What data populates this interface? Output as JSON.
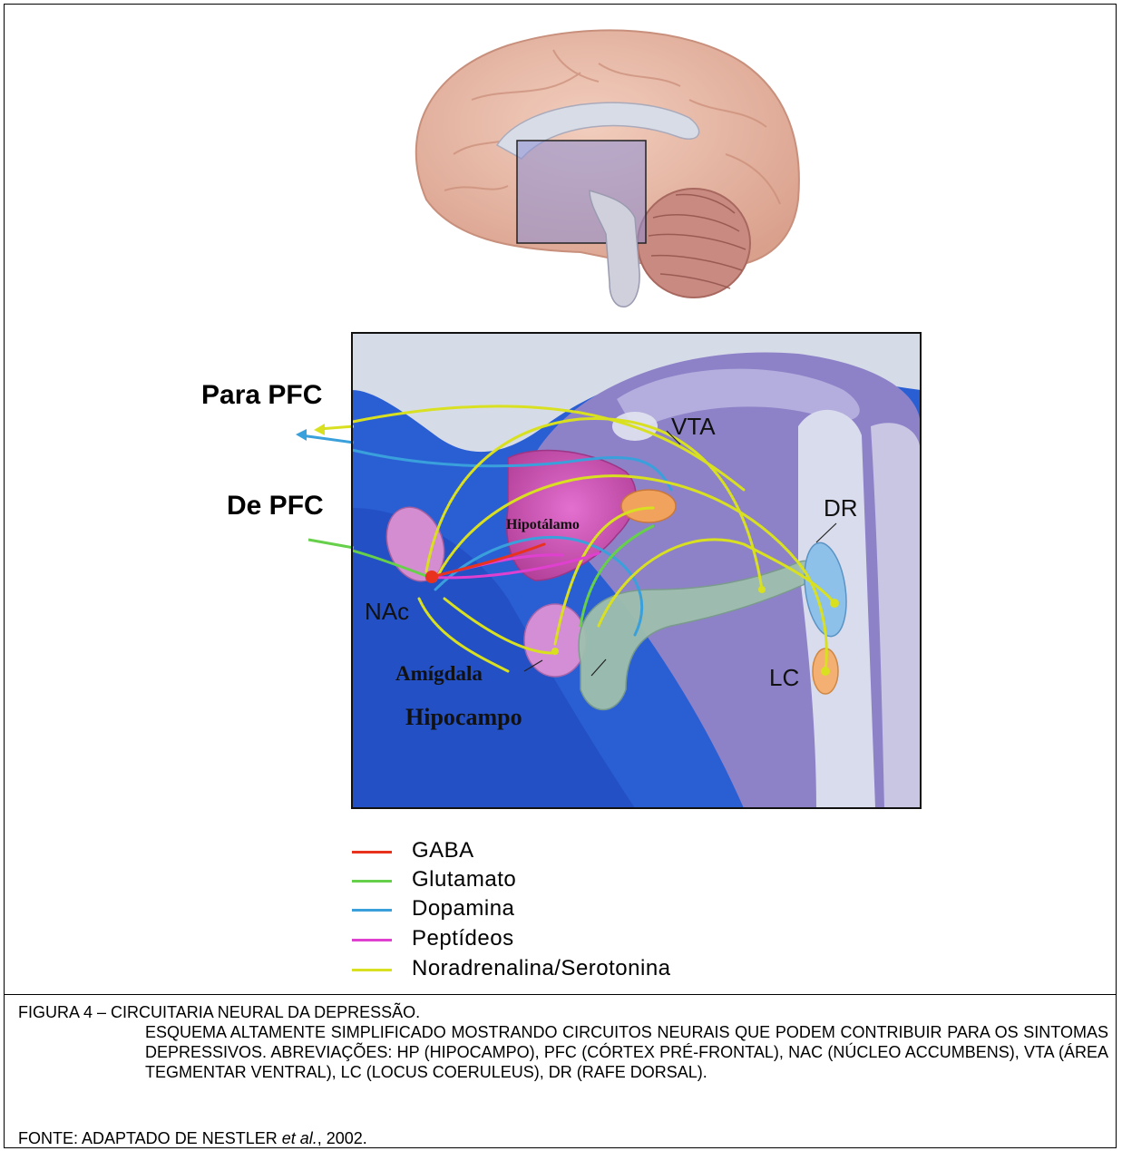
{
  "labels": {
    "para_pfc": "Para PFC",
    "de_pfc": "De PFC",
    "vta": "VTA",
    "dr": "DR",
    "nac": "NAc",
    "lc": "LC",
    "hipotalamo": "Hipotálamo",
    "amigdala": "Amígdala",
    "hipocampo": "Hipocampo"
  },
  "legend": [
    {
      "label": "GABA",
      "color": "#e8321e"
    },
    {
      "label": "Glutamato",
      "color": "#66d04a"
    },
    {
      "label": "Dopamina",
      "color": "#3aa0dc"
    },
    {
      "label": "Peptídeos",
      "color": "#e040d0"
    },
    {
      "label": "Noradrenalina/Serotonina",
      "color": "#d8e020"
    }
  ],
  "caption": {
    "title": "FIGURA 4 – CIRCUITARIA NEURAL DA DEPRESSÃO.",
    "body": "ESQUEMA ALTAMENTE SIMPLIFICADO MOSTRANDO CIRCUITOS NEURAIS QUE PODEM CONTRIBUIR PARA OS SINTOMAS DEPRESSIVOS. ABREVIAÇÕES: HP (HIPOCAMPO), PFC (CÓRTEX PRÉ-FRONTAL), NAC (NÚCLEO ACCUMBENS), VTA (ÁREA TEGMENTAR VENTRAL), LC (LOCUS COERULEUS), DR (RAFE DORSAL).",
    "source_prefix": "FONTE: ADAPTADO DE NESTLER ",
    "source_italic": "et al.",
    "source_suffix": ", 2002."
  },
  "colors": {
    "brain_outer": "#e9b7a2",
    "cerebellum": "#c98a82",
    "limbic_blue": "#2c63d6",
    "brainstem_purple": "#8a80c6",
    "hypothalamus": "#c24aa8",
    "hippocampus": "#9fbfae"
  }
}
